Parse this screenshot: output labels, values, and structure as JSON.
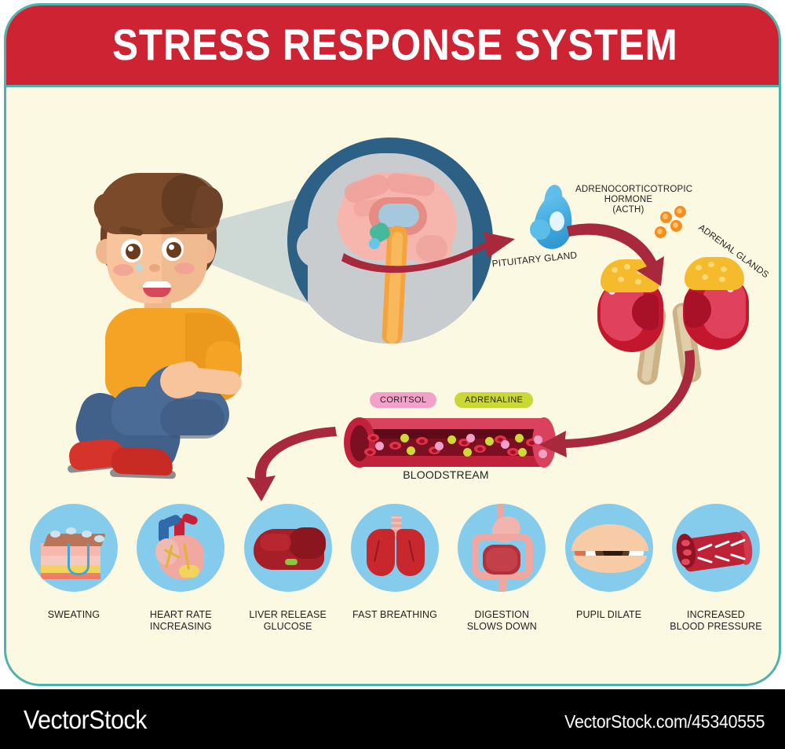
{
  "header": {
    "title": "STRESS RESPONSE SYSTEM",
    "banner_color": "#cd2333",
    "border_color": "#4fb3ad",
    "background_color": "#fbf9e2"
  },
  "diagram": {
    "pituitary_label": "PITUITARY GLAND",
    "acth_label": "ADRENOCORTICOTROPIC\nHORMONE\n(ACTH)",
    "adrenal_label": "ADRENAL GLANDS",
    "bloodstream_label": "BLOODSTREAM",
    "hormone_chips": [
      {
        "name": "CORITSOL",
        "color": "#f2a2c9"
      },
      {
        "name": "ADRENALINE",
        "color": "#c9d836"
      }
    ],
    "arrow_color": "#a8283c",
    "brain_circle_color": "#2c6085"
  },
  "effects": {
    "circle_color": "#85ccec",
    "items": [
      {
        "icon": "skin-sweat-icon",
        "label": "SWEATING"
      },
      {
        "icon": "heart-icon",
        "label": "HEART RATE\nINCREASING"
      },
      {
        "icon": "liver-icon",
        "label": "LIVER RELEASE\nGLUCOSE"
      },
      {
        "icon": "lungs-icon",
        "label": "FAST BREATHING"
      },
      {
        "icon": "digestive-system-icon",
        "label": "DIGESTION\nSLOWS DOWN"
      },
      {
        "icon": "eye-icon",
        "label": "PUPIL DILATE"
      },
      {
        "icon": "blood-vessel-icon",
        "label": "INCREASED\nBLOOD PRESSURE"
      }
    ]
  },
  "footer": {
    "brand": "VectorStock",
    "url": "VectorStock.com/45340555"
  }
}
